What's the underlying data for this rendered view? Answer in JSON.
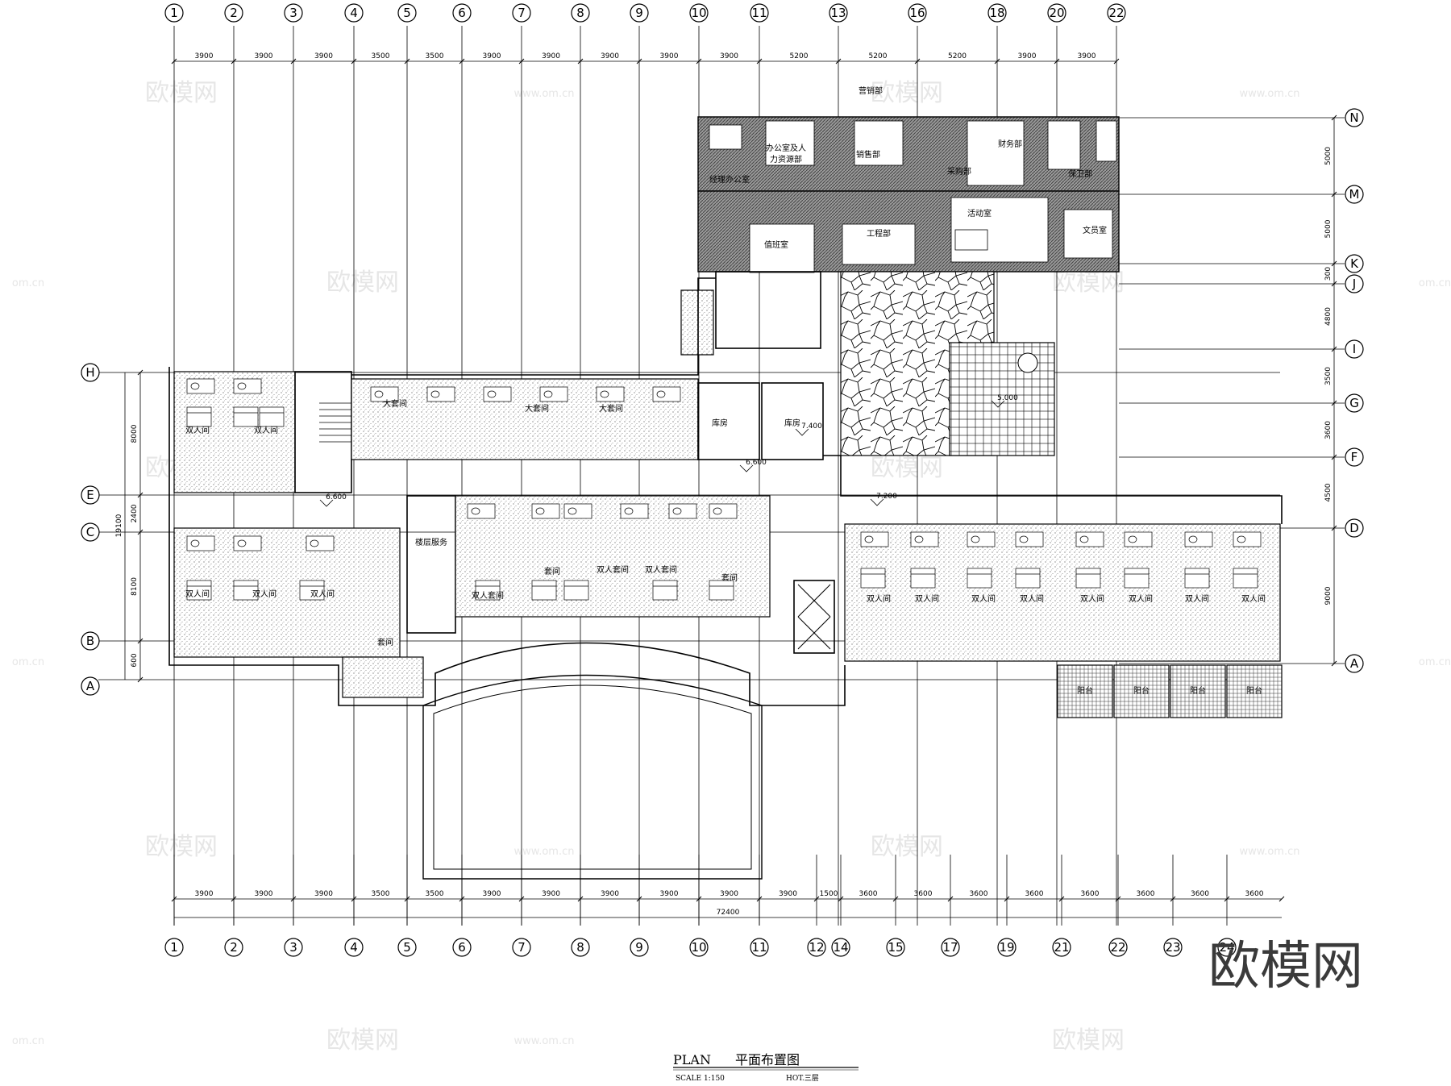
{
  "drawing": {
    "title_en": "PLAN",
    "title_cn": "平面布置图",
    "scale": "SCALE 1:150",
    "sheet": "HOT.三层"
  },
  "axes": {
    "top": [
      "1",
      "2",
      "3",
      "4",
      "5",
      "6",
      "7",
      "8",
      "9",
      "10",
      "11",
      "13",
      "16",
      "18",
      "20",
      "22"
    ],
    "bottom": [
      "1",
      "2",
      "3",
      "4",
      "5",
      "6",
      "7",
      "8",
      "9",
      "10",
      "11",
      "12",
      "14",
      "15",
      "17",
      "19",
      "21",
      "22",
      "23",
      "24"
    ],
    "left": [
      "H",
      "E",
      "C",
      "B",
      "A"
    ],
    "right": [
      "N",
      "M",
      "K",
      "J",
      "I",
      "G",
      "F",
      "D",
      "A"
    ]
  },
  "dimensions": {
    "top": [
      "3900",
      "3900",
      "3900",
      "3500",
      "3500",
      "3900",
      "3900",
      "3900",
      "3900",
      "3900",
      "5200",
      "5200",
      "5200",
      "3900",
      "3900"
    ],
    "bottom": [
      "3900",
      "3900",
      "3900",
      "3500",
      "3500",
      "3900",
      "3900",
      "3900",
      "3900",
      "3900",
      "3900",
      "1500",
      "3600",
      "3600",
      "3600",
      "3600",
      "3600",
      "3600",
      "3600",
      "3600"
    ],
    "overall": "72400",
    "left_total": "19100",
    "left": [
      "8000",
      "2400",
      "8100",
      "600"
    ],
    "right": [
      "5000",
      "5000",
      "300",
      "4800",
      "3500",
      "3600",
      "4500",
      "9000"
    ]
  },
  "levels": [
    "6.600",
    "6.600",
    "7.400",
    "7.200",
    "5.000"
  ],
  "rooms": {
    "office_wing": [
      "营销部",
      "办公室及人",
      "力资源部",
      "经理办公室",
      "销售部",
      "采购部",
      "财务部",
      "保卫部",
      "活动室",
      "工程部",
      "值班室",
      "文员室"
    ],
    "guest": [
      "大套间",
      "大套间",
      "大套间",
      "库房",
      "库房",
      "双人间",
      "双人间",
      "双人间",
      "双人间",
      "双人间",
      "楼层服务",
      "双人套间",
      "套间",
      "双人套间",
      "双人套间",
      "套间",
      "套间",
      "双人间",
      "双人间",
      "双人间",
      "双人间",
      "双人间",
      "双人间",
      "双人间",
      "双人间"
    ],
    "balconies": [
      "阳台",
      "阳台",
      "阳台",
      "阳台"
    ]
  },
  "watermark": {
    "brand": "欧模网",
    "url": "www.om.cn",
    "url_short": "om.cn"
  }
}
